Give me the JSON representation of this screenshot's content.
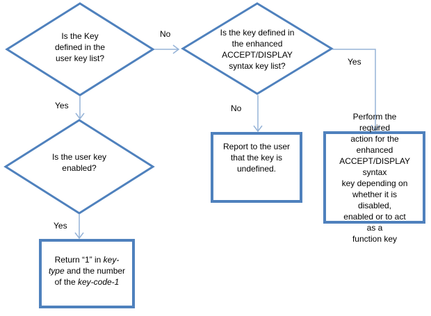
{
  "colors": {
    "shape_border": "#4F81BD",
    "shape_fill": "#FFFFFF",
    "connector": "#95B3D7",
    "text": "#000000",
    "background": "#FFFFFF"
  },
  "nodes": {
    "user_key_defined": {
      "text": "Is the Key\ndefined in the\nuser key list?"
    },
    "enhanced_key_defined": {
      "text": "Is the key defined in\nthe enhanced\nACCEPT/DISPLAY\nsyntax key list?"
    },
    "user_key_enabled": {
      "text": "Is the user key\nenabled?"
    },
    "return_key_type": {
      "segments": [
        {
          "t": "Return “1” in ",
          "i": false
        },
        {
          "t": "key-\ntype",
          "i": true
        },
        {
          "t": " and the number\nof the ",
          "i": false
        },
        {
          "t": "key-code-1",
          "i": true
        }
      ]
    },
    "report_undefined": {
      "text": "Report to the user\nthat the key is\nundefined."
    },
    "perform_action": {
      "text": "Perform the required\naction for the enhanced\nACCEPT/DISPLAY syntax\nkey depending on\nwhether it is disabled,\nenabled or to act as a\nfunction key"
    }
  },
  "labels": {
    "no_to_enhanced": "No",
    "yes_to_enabled": "Yes",
    "no_to_report": "No",
    "yes_to_perform": "Yes",
    "yes_to_return": "Yes"
  }
}
